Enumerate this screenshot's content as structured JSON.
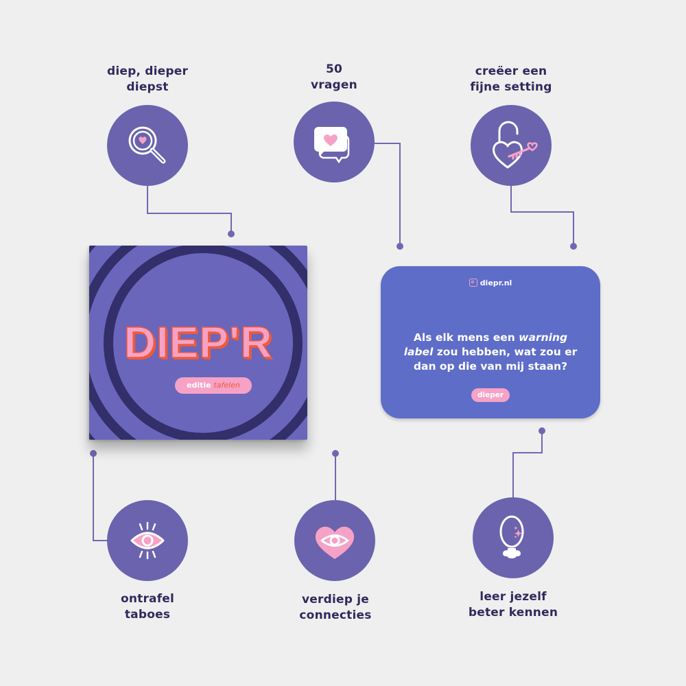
{
  "colors": {
    "background": "#efefef",
    "circle": "#6b63ad",
    "label_text": "#2f2a5c",
    "connector": "#6f68b0",
    "pink": "#f6a2c6",
    "orange": "#f05a3a",
    "box": "#6a66bc",
    "box_rings": "#332f6b",
    "card": "#5e6dc8"
  },
  "features_top": [
    {
      "label_line1": "diep, dieper",
      "label_line2": "diepst",
      "icon": "magnifier-heart-icon"
    },
    {
      "label_line1": "50",
      "label_line2": "vragen",
      "icon": "chat-bubbles-heart-icon"
    },
    {
      "label_line1": "creëer een",
      "label_line2": "fijne setting",
      "icon": "heart-lock-key-icon"
    }
  ],
  "features_bottom": [
    {
      "label_line1": "ontrafel",
      "label_line2": "taboes",
      "icon": "eye-rays-icon"
    },
    {
      "label_line1": "verdiep je",
      "label_line2": "connecties",
      "icon": "heart-eye-icon"
    },
    {
      "label_line1": "leer jezelf",
      "label_line2": "beter kennen",
      "icon": "mirror-sparkle-icon"
    }
  ],
  "box": {
    "logo": "DIEP'R",
    "edition_prefix": "editie",
    "edition_name": "tafelen"
  },
  "card": {
    "handle": "diepr.nl",
    "question_part1": "Als elk mens een ",
    "question_em1": "warning label",
    "question_part2": " zou hebben, wat zou er dan op die van mij staan?",
    "level": "dieper"
  }
}
